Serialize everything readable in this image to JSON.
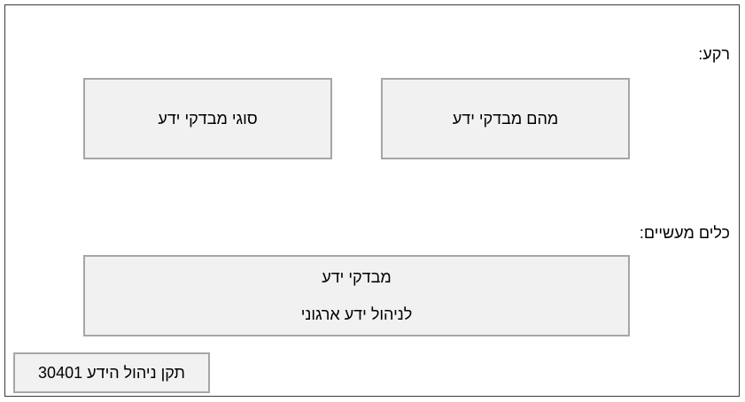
{
  "section_background": {
    "label": "רקע:",
    "boxes": [
      {
        "text": "מהם מבדקי ידע"
      },
      {
        "text": "סוגי מבדקי ידע"
      }
    ]
  },
  "section_practical_tools": {
    "label": "כלים מעשיים:",
    "box": {
      "line1": "מבדקי ידע",
      "line2": "לניהול ידע ארגוני"
    }
  },
  "standard_box": {
    "text": "תקן ניהול הידע 30401"
  }
}
